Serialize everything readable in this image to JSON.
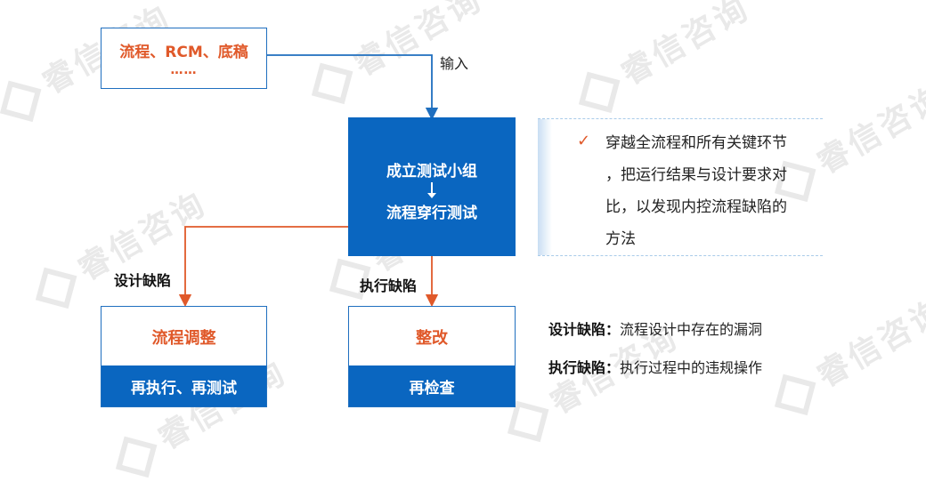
{
  "watermark": "睿信咨询",
  "input_box": {
    "line1": "流程、RCM、底稿",
    "line2": "……"
  },
  "input_label": "输入",
  "main_box": {
    "line1": "成立测试小组",
    "line2": "流程穿行测试"
  },
  "description": {
    "lines": [
      "穿越全流程和所有关键环节",
      "，把运行结果与设计要求对",
      "比，以发现内控流程缺陷的",
      "方法"
    ]
  },
  "design_defect_label": "设计缺陷",
  "execution_defect_label": "执行缺陷",
  "left_box": {
    "title": "流程调整",
    "footer": "再执行、再测试"
  },
  "middle_box": {
    "title": "整改",
    "footer": "再检查"
  },
  "definitions": [
    {
      "term": "设计缺陷",
      "sep": "：",
      "text": "流程设计中存在的漏洞"
    },
    {
      "term": "执行缺陷",
      "sep": "：",
      "text": "执行过程中的违规操作"
    }
  ],
  "colors": {
    "blue": "#0a66c0",
    "orange": "#e0592a",
    "border": "#1f6fbf"
  }
}
